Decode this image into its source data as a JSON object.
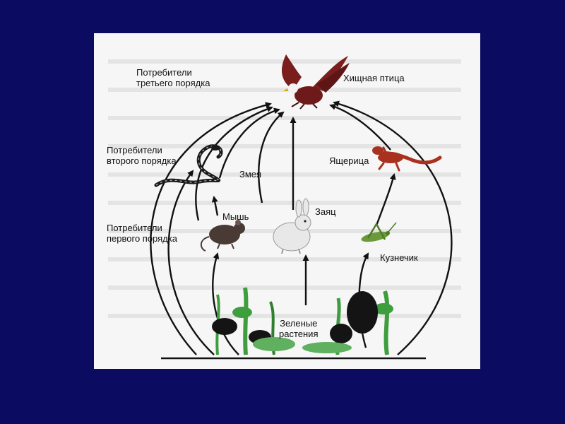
{
  "labels": {
    "third_order_line1": "Потребители",
    "third_order_line2": "третьего порядка",
    "second_order_line1": "Потребители",
    "second_order_line2": "второго порядка",
    "first_order_line1": "Потребители",
    "first_order_line2": "первого порядка"
  },
  "organisms": {
    "predator_bird": "Хищная птица",
    "snake": "Змея",
    "lizard": "Ящерица",
    "mouse": "Мышь",
    "hare": "Заяц",
    "grasshopper": "Кузнечик",
    "plants_line1": "Зеленые",
    "plants_line2": "растения"
  },
  "colors": {
    "background": "#0b0b62",
    "panel": "#f6f6f6",
    "arrow": "#111111",
    "bird": "#7a1d1d",
    "lizard": "#a8321f",
    "snake": "#1a1a1a",
    "mouse": "#4a3a35",
    "hare": "#e8e8e8",
    "grasshopper": "#6a9a3a",
    "plants_green": "#3e9e3e",
    "plants_dark": "#141414"
  },
  "icons": [
    "predator-bird-icon",
    "snake-icon",
    "lizard-icon",
    "mouse-icon",
    "hare-icon",
    "grasshopper-icon",
    "plants-icon"
  ]
}
